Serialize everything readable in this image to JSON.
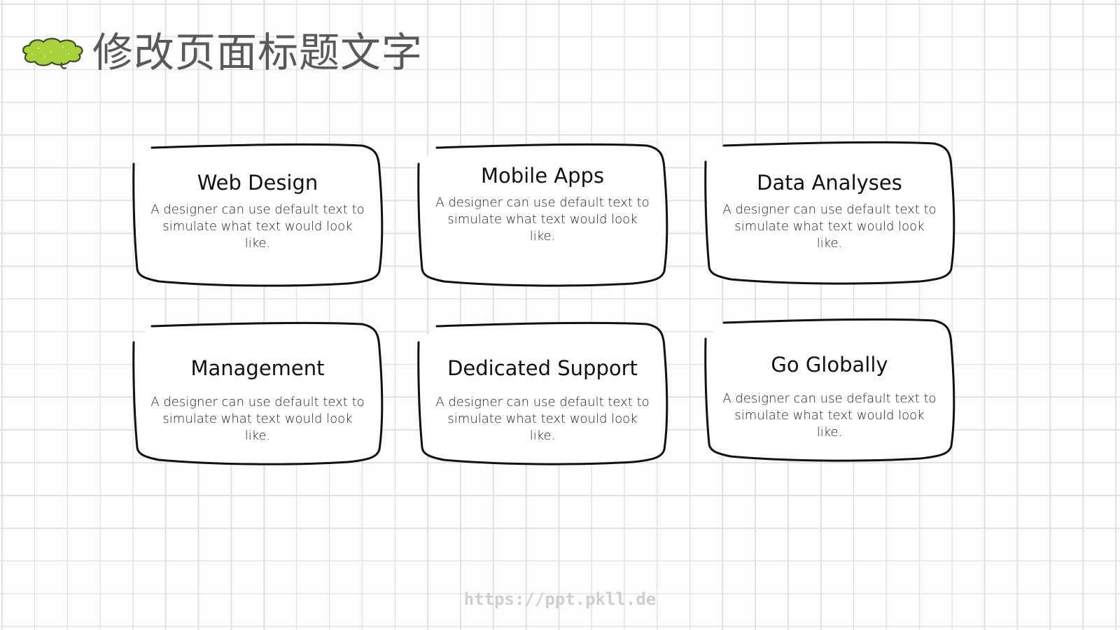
{
  "header": {
    "title": "修改页面标题文字",
    "icon": "cloud-icon"
  },
  "colors": {
    "cloud_fill": "#a9d13c",
    "cloud_stroke": "#3f4a2a",
    "title_text": "#595959",
    "card_stroke": "#111111",
    "grid_line": "#dcdcdc",
    "footer_text": "#cfcfcf"
  },
  "cards": [
    {
      "title": "Web Design",
      "description": "A designer can use default text to simulate what text would look like."
    },
    {
      "title": "Mobile Apps",
      "description": "A designer can use default text to simulate what text would look like."
    },
    {
      "title": "Data Analyses",
      "description": "A designer can use default text to simulate what text would look like."
    },
    {
      "title": "Management",
      "description": "A designer can use default text to simulate what text would look like."
    },
    {
      "title": "Dedicated Support",
      "description": "A designer can use default text to simulate what text would look like."
    },
    {
      "title": "Go Globally",
      "description": "A designer can use default text to simulate what text would look like."
    }
  ],
  "footer": {
    "watermark": "https://ppt.pkll.de"
  }
}
